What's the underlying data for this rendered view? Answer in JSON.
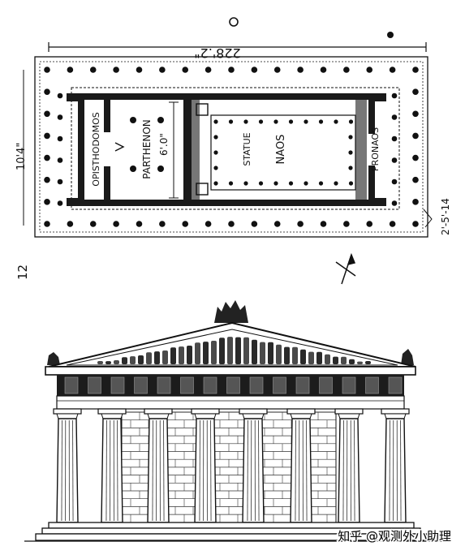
{
  "plan": {
    "overall_length": "228'.2\"",
    "overall_width": "10'4\"",
    "cella_width": "6'.0\"",
    "right_margin_label": "2'-5'-14",
    "rooms": {
      "opisthodomos": "OPISTHODOMOS",
      "parthenon": "PARTHENON",
      "statue": "STATUE",
      "naos": "NAOS",
      "pronaos": "PRONAOS"
    }
  },
  "figure_number": "12",
  "watermark": "知乎 @观测外小助理",
  "colors": {
    "ink": "#111111",
    "paper": "#ffffff",
    "wall": "#1a1a1a"
  }
}
